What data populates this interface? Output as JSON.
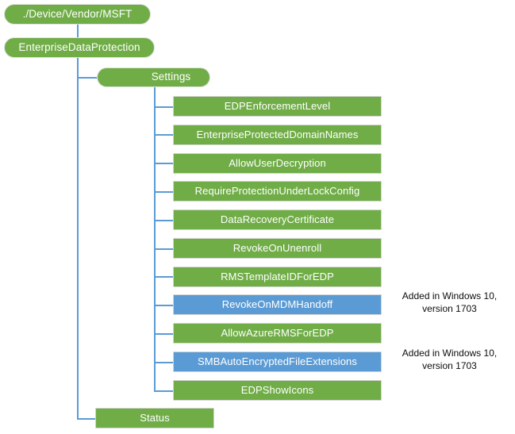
{
  "diagram": {
    "type": "tree",
    "title": "EnterpriseDataProtection CSP node tree",
    "colors": {
      "node_green": "#70AD47",
      "node_blue": "#5B9BD5",
      "connector_line": "#5B9BD5",
      "node_border": "#D4D4D4",
      "node_text": "#FFFFFF",
      "annotation_text": "#0D0D0D",
      "background": "#FFFFFF"
    },
    "root": {
      "label": "./Device/Vendor/MSFT",
      "shape": "pill",
      "color": "green"
    },
    "level2": [
      {
        "label": "EnterpriseDataProtection",
        "shape": "pill",
        "color": "green"
      }
    ],
    "level3": [
      {
        "label": "Settings",
        "shape": "pill",
        "color": "green"
      },
      {
        "label": "Status",
        "shape": "rect",
        "color": "green"
      }
    ],
    "settings_children": [
      {
        "label": "EDPEnforcementLevel",
        "color": "green",
        "annotation": ""
      },
      {
        "label": "EnterpriseProtectedDomainNames",
        "color": "green",
        "annotation": ""
      },
      {
        "label": "AllowUserDecryption",
        "color": "green",
        "annotation": ""
      },
      {
        "label": "RequireProtectionUnderLockConfig",
        "color": "green",
        "annotation": ""
      },
      {
        "label": "DataRecoveryCertificate",
        "color": "green",
        "annotation": ""
      },
      {
        "label": "RevokeOnUnenroll",
        "color": "green",
        "annotation": ""
      },
      {
        "label": "RMSTemplateIDForEDP",
        "color": "green",
        "annotation": ""
      },
      {
        "label": "RevokeOnMDMHandoff",
        "color": "blue",
        "annotation": "Added in Windows 10,\nversion 1703"
      },
      {
        "label": "AllowAzureRMSForEDP",
        "color": "green",
        "annotation": ""
      },
      {
        "label": "SMBAutoEncryptedFileExtensions",
        "color": "blue",
        "annotation": "Added in Windows 10,\nversion 1703"
      },
      {
        "label": "EDPShowIcons",
        "color": "green",
        "annotation": ""
      }
    ]
  }
}
